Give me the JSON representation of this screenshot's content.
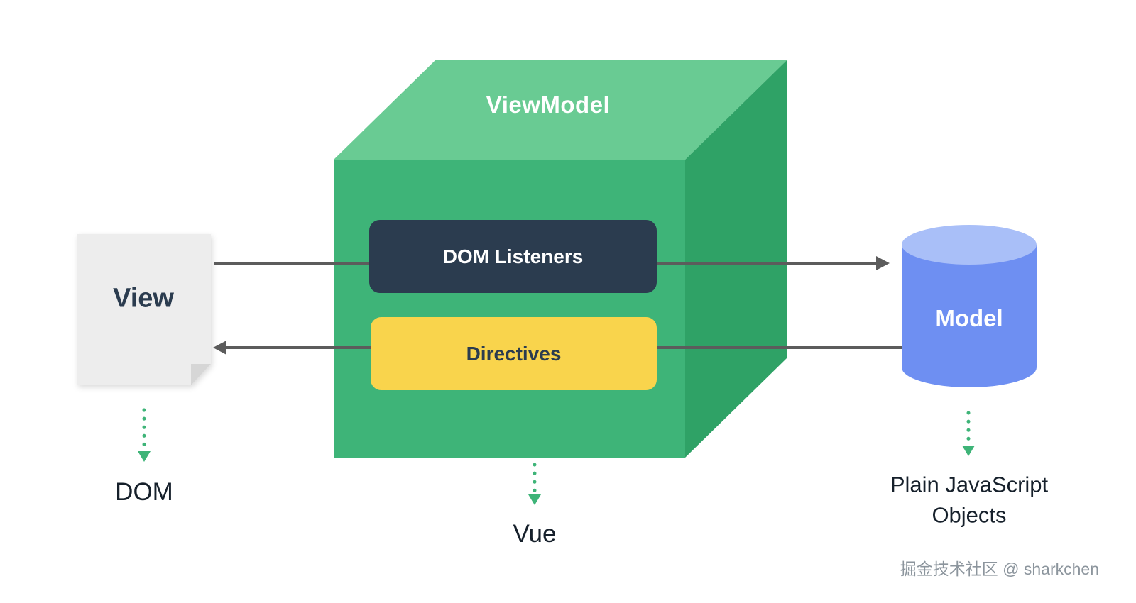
{
  "diagram": {
    "viewmodel_label": "ViewModel",
    "dom_listeners_label": "DOM Listeners",
    "directives_label": "Directives",
    "view_label": "View",
    "view_caption": "DOM",
    "model_label": "Model",
    "model_caption_line1": "Plain JavaScript",
    "model_caption_line2": "Objects",
    "vue_caption": "Vue",
    "watermark": "掘金技术社区 @ sharkchen",
    "colors": {
      "cube_top": "#69cb93",
      "cube_front": "#3eb478",
      "cube_right": "#2fa266",
      "dom_listeners_bg": "#2b3c4f",
      "directives_bg": "#f9d44c",
      "directives_text": "#2b3c4f",
      "view_doc": "#ededed",
      "view_doc_fold": "#d6d6d6",
      "view_text": "#2b3c4f",
      "model_body": "#6e8ff2",
      "model_top": "#a9bff8",
      "arrow": "#5c5c5c",
      "dotted_arrow": "#3eb478",
      "caption_text": "#16202b",
      "watermark_text": "#8c959d"
    }
  }
}
